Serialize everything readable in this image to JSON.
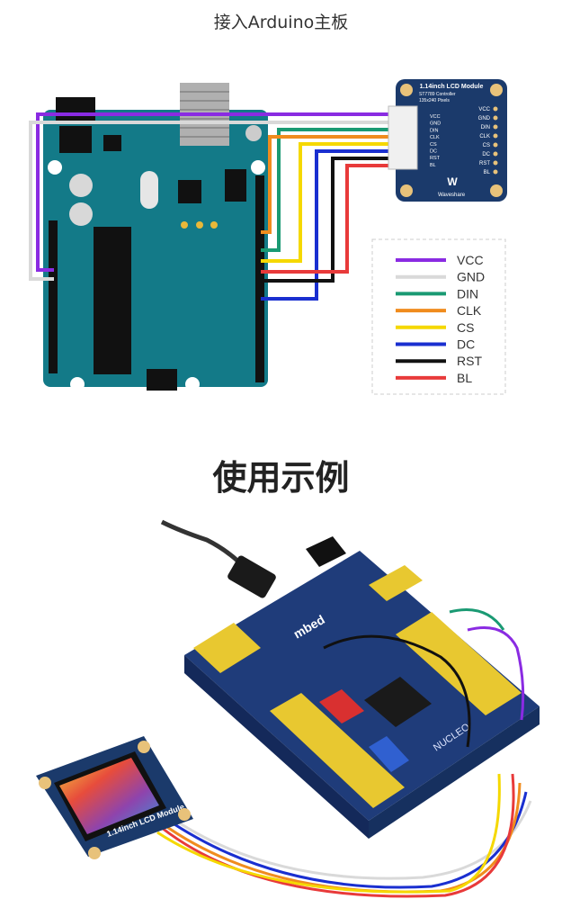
{
  "caption": "接入Arduino主板",
  "usage_heading": "使用示例",
  "lcd_module": {
    "title": "1.14inch LCD Module",
    "controller": "ST7789 Controller",
    "pixels": "135x240 Pixels",
    "brand": "Waveshare",
    "pins": [
      "VCC",
      "GND",
      "DIN",
      "CLK",
      "CS",
      "DC",
      "RST",
      "BL"
    ]
  },
  "legend": [
    {
      "label": "VCC",
      "color": "#8a2be2"
    },
    {
      "label": "GND",
      "color": "#d9d9d9"
    },
    {
      "label": "DIN",
      "color": "#1a9a73"
    },
    {
      "label": "CLK",
      "color": "#f08c1e"
    },
    {
      "label": "CS",
      "color": "#f5d800"
    },
    {
      "label": "DC",
      "color": "#1a2fd0"
    },
    {
      "label": "RST",
      "color": "#111111"
    },
    {
      "label": "BL",
      "color": "#e83a3a"
    }
  ],
  "photo": {
    "nucleo_label": "mbed",
    "nucleo_sub": "NUCLEO",
    "lcd_label": "1.14inch LCD Module"
  }
}
